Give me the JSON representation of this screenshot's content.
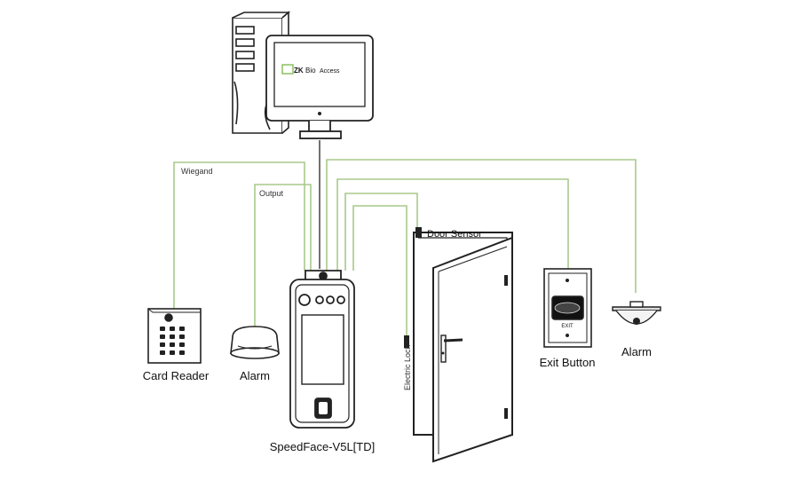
{
  "software": {
    "name": "ZKBio Access",
    "logo_text": "ZK",
    "brand_text": "Bio",
    "product_text": "Access"
  },
  "connections": {
    "wiegand": "Wiegand",
    "output": "Output",
    "electric_lock": "Electric Lock"
  },
  "devices": {
    "card_reader": "Card Reader",
    "alarm_left": "Alarm",
    "terminal": "SpeedFace-V5L[TD]",
    "door_sensor": "Door Sensor",
    "exit_button": "Exit Button",
    "exit_button_text": "EXIT",
    "alarm_right": "Alarm"
  },
  "colors": {
    "wire": "#a9c98a",
    "line": "#222222",
    "accent": "#7ab648"
  }
}
